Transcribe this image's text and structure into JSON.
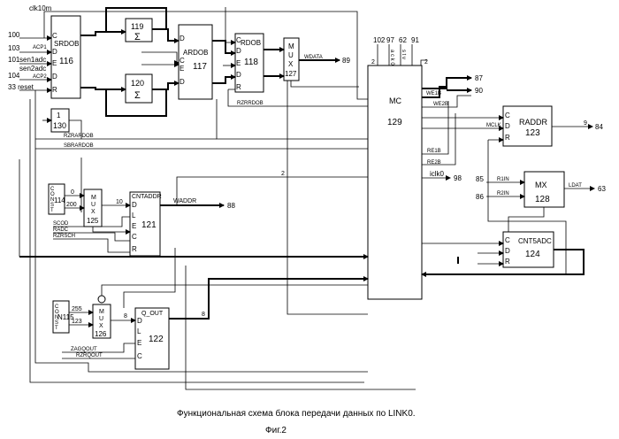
{
  "caption": "Функциональная схема блока передачи данных по LINK0.",
  "fig_label": "Фиг.2",
  "inputs": {
    "clk10m": "clk10m",
    "in100": "100",
    "in103": "103",
    "acp1": "ACP1",
    "in101": "101",
    "sen1adc": "sen1adc",
    "sen2adc": "sen2adc",
    "in104": "104",
    "acp2": "ACP2",
    "reset": "33 reset",
    "in85": "85",
    "in86": "86"
  },
  "blocks": {
    "srdob": {
      "name": "SRDOB",
      "num": "116",
      "pins": [
        "C",
        "D",
        "E",
        "D",
        "R"
      ]
    },
    "sum119": {
      "num": "119",
      "sym": "Σ"
    },
    "sum120": {
      "num": "120",
      "sym": "Σ"
    },
    "ardob": {
      "name": "ARDOB",
      "num": "117",
      "pins": [
        "D",
        "C",
        "E",
        "D"
      ]
    },
    "rdob": {
      "name": "RDOB",
      "num": "118",
      "pins": [
        "C",
        "D",
        "E",
        "D",
        "R"
      ]
    },
    "mux127": {
      "letters": [
        "M",
        "U",
        "X"
      ],
      "num": "127"
    },
    "b130": {
      "top": "1",
      "num": "130"
    },
    "mc": {
      "name": "MC",
      "num": "129"
    },
    "raddr": {
      "name": "RADDR",
      "num": "123",
      "pins": [
        "C",
        "D",
        "R"
      ]
    },
    "mx128": {
      "name": "MX",
      "num": "128"
    },
    "cnt5adc": {
      "name": "CNT5ADC",
      "num": "124",
      "pins": [
        "C",
        "D",
        "R"
      ]
    },
    "const114": {
      "letters": [
        "C",
        "O",
        "N",
        "S",
        "T"
      ],
      "num": "114"
    },
    "mux125": {
      "letters": [
        "M",
        "U",
        "X"
      ],
      "num": "125"
    },
    "cntaddr": {
      "name": "CNTADDR",
      "num": "121",
      "pins": [
        "D",
        "L",
        "E",
        "C",
        "R"
      ]
    },
    "const115": {
      "letters": [
        "C",
        "O",
        "N",
        "S",
        "T"
      ],
      "num": "N115"
    },
    "mux126": {
      "letters": [
        "M",
        "U",
        "X"
      ],
      "num": "126"
    },
    "qout": {
      "name": "Q_OUT",
      "num": "122",
      "pins": [
        "D",
        "L",
        "E",
        "C"
      ]
    }
  },
  "signals": {
    "wdata": "WDATA",
    "out89": "89",
    "rzrrdob": "RZRRDOB",
    "rzrardob": "RZRARDOB",
    "sbrardob": "SBRARDOB",
    "waddr": "WADDR",
    "out88": "88",
    "scod": "SCOD",
    "radc": "RADC",
    "rzrsch": "RZRSCH",
    "c0": "0",
    "c200": "200",
    "b10": "10",
    "c255": "255",
    "c123": "123",
    "b8": "8",
    "b8b": "8",
    "zagqout": "ZAGQOUT",
    "rzrqout": "RZRQOUT",
    "we1b": "WE1B",
    "we2b": "WE2B",
    "out87": "87",
    "out90": "90",
    "mclk": "MCLK",
    "out84": "84",
    "b9": "9",
    "re1b": "RE1B",
    "re2b": "RE2B",
    "iclk0": "iclk0",
    "out98": "98",
    "r1in": "R1IN",
    "r2in": "R2IN",
    "ldat": "LDAT",
    "out63": "63",
    "b2a": "2",
    "b2b": "2",
    "b2c": "2",
    "top102": "102",
    "top97": "97",
    "top62": "62",
    "top91": "91",
    "vlabel_ack0": "a c k 0",
    "vlabel_stv": "s t v"
  }
}
